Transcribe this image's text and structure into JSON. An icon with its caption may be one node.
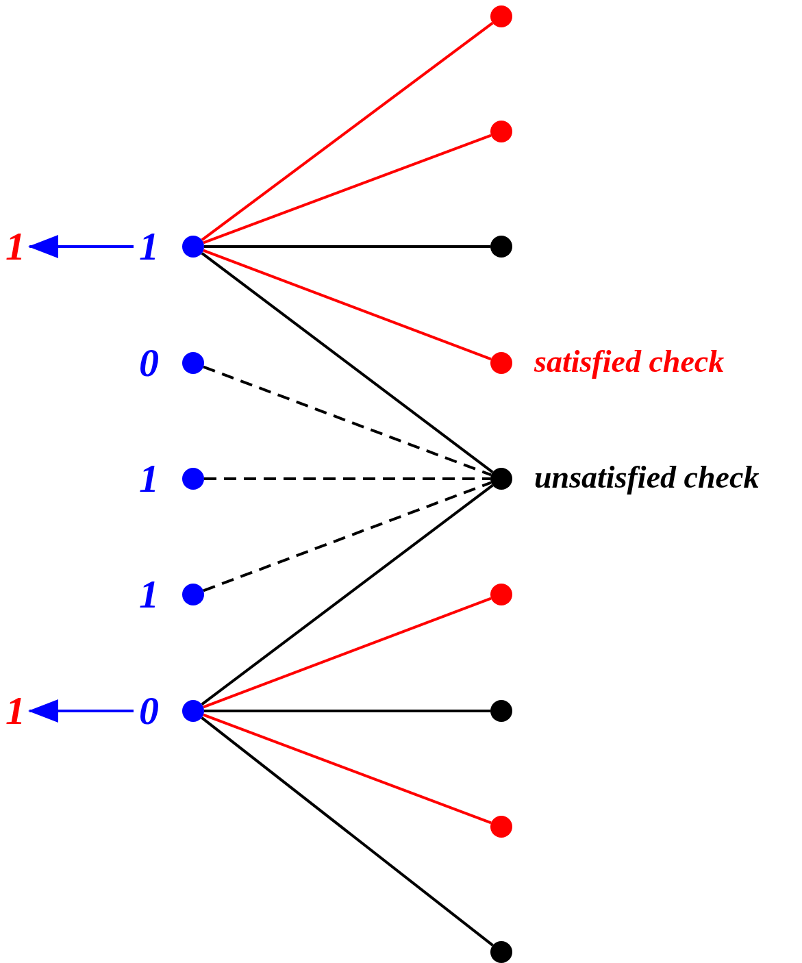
{
  "diagram": {
    "nodes": [
      {
        "text": [],
        "shape": "circle"
      },
      {
        "text": [],
        "shape": "circle"
      },
      {
        "text": [
          "1"
        ]
      },
      {
        "text": [
          "1"
        ]
      },
      {
        "text": [],
        "shape": "circle"
      },
      {
        "text": [
          "0"
        ]
      },
      {
        "text": [],
        "shape": "circle",
        "beside": [
          "satisfied check"
        ]
      },
      {
        "text": [
          "1"
        ]
      },
      {
        "text": [],
        "shape": "circle",
        "beside": [
          "unsatisfied check"
        ]
      },
      {
        "text": [
          "1"
        ]
      },
      {
        "text": [],
        "shape": "circle"
      },
      {
        "text": [
          "1"
        ]
      },
      {
        "text": [
          "0"
        ]
      },
      {
        "text": [],
        "shape": "circle"
      },
      {
        "text": [],
        "shape": "circle"
      },
      {
        "text": [],
        "shape": "circle"
      }
    ],
    "edges": [
      {
        "from": 3,
        "to": 0,
        "arrow": "none",
        "color": "#ff0000"
      },
      {
        "from": 3,
        "to": 1,
        "arrow": "none",
        "color": "#ff0000"
      },
      {
        "from": 3,
        "to": 4,
        "arrow": "none"
      },
      {
        "from": 3,
        "to": 6,
        "arrow": "none",
        "color": "#ff0000"
      },
      {
        "from": 3,
        "to": 8,
        "arrow": "none"
      },
      {
        "from": 5,
        "to": 8,
        "arrow": "none",
        "style": "dashed"
      },
      {
        "from": 7,
        "to": 8,
        "arrow": "none",
        "style": "dashed"
      },
      {
        "from": 9,
        "to": 8,
        "arrow": "none",
        "style": "dashed"
      },
      {
        "from": 12,
        "to": 8,
        "arrow": "none"
      },
      {
        "from": 12,
        "to": 10,
        "arrow": "none",
        "color": "#ff0000"
      },
      {
        "from": 12,
        "to": 13,
        "arrow": "none"
      },
      {
        "from": 12,
        "to": 14,
        "arrow": "none",
        "color": "#ff0000"
      },
      {
        "from": 12,
        "to": 15,
        "arrow": "none"
      },
      {
        "from": 3,
        "to": 2,
        "arrow": "to",
        "color": "#0000ff"
      },
      {
        "from": 12,
        "to": 11,
        "arrow": "to",
        "color": "#0000ff"
      }
    ]
  }
}
